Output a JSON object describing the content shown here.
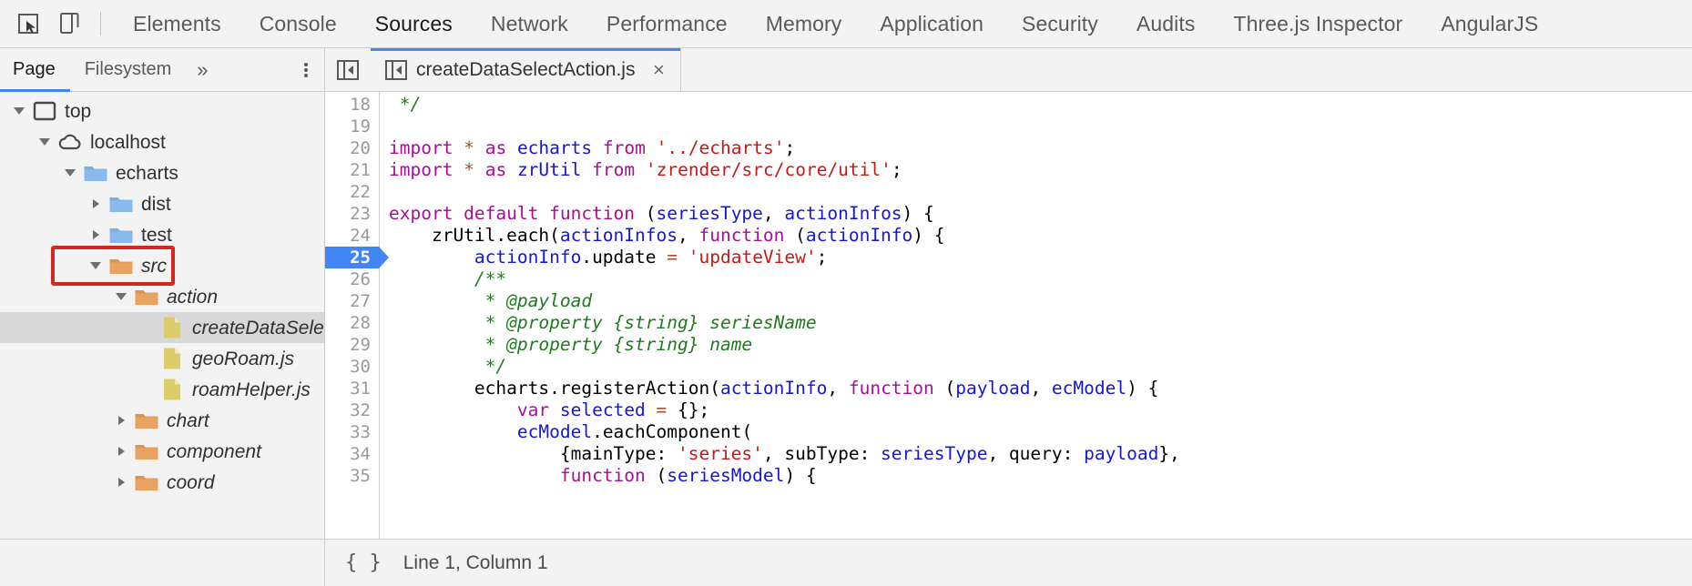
{
  "toolbar": {
    "inspect_icon": "inspect-element-icon",
    "device_icon": "device-toolbar-icon",
    "tabs": [
      {
        "label": "Elements",
        "active": false
      },
      {
        "label": "Console",
        "active": false
      },
      {
        "label": "Sources",
        "active": true
      },
      {
        "label": "Network",
        "active": false
      },
      {
        "label": "Performance",
        "active": false
      },
      {
        "label": "Memory",
        "active": false
      },
      {
        "label": "Application",
        "active": false
      },
      {
        "label": "Security",
        "active": false
      },
      {
        "label": "Audits",
        "active": false
      },
      {
        "label": "Three.js Inspector",
        "active": false
      },
      {
        "label": "AngularJS",
        "active": false
      }
    ],
    "accent_color": "#4285f4"
  },
  "navigator": {
    "tabs": [
      {
        "label": "Page",
        "active": true
      },
      {
        "label": "Filesystem",
        "active": false
      }
    ],
    "more_label": "»",
    "more_icon": "chevron-double-right-icon",
    "kebab_icon": "more-options-icon",
    "tree": [
      {
        "label": "top",
        "icon": "frame-icon",
        "indent": 0,
        "twisty": "open",
        "italic": false,
        "selected": false
      },
      {
        "label": "localhost",
        "icon": "cloud-icon",
        "indent": 1,
        "twisty": "open",
        "italic": false,
        "selected": false
      },
      {
        "label": "echarts",
        "icon": "folder-blue-icon",
        "indent": 2,
        "twisty": "open",
        "italic": false,
        "selected": false
      },
      {
        "label": "dist",
        "icon": "folder-blue-icon",
        "indent": 3,
        "twisty": "closed",
        "italic": false,
        "selected": false
      },
      {
        "label": "test",
        "icon": "folder-blue-icon",
        "indent": 3,
        "twisty": "closed",
        "italic": false,
        "selected": false
      },
      {
        "label": "src",
        "icon": "folder-orange-icon",
        "indent": 3,
        "twisty": "open",
        "italic": true,
        "selected": false,
        "annotated": true
      },
      {
        "label": "action",
        "icon": "folder-orange-icon",
        "indent": 4,
        "twisty": "open",
        "italic": true,
        "selected": false
      },
      {
        "label": "createDataSelectAction.js",
        "icon": "file-js-icon",
        "indent": 5,
        "twisty": "none",
        "italic": true,
        "selected": true
      },
      {
        "label": "geoRoam.js",
        "icon": "file-js-icon",
        "indent": 5,
        "twisty": "none",
        "italic": true,
        "selected": false
      },
      {
        "label": "roamHelper.js",
        "icon": "file-js-icon",
        "indent": 5,
        "twisty": "none",
        "italic": true,
        "selected": false
      },
      {
        "label": "chart",
        "icon": "folder-orange-icon",
        "indent": 4,
        "twisty": "closed",
        "italic": true,
        "selected": false
      },
      {
        "label": "component",
        "icon": "folder-orange-icon",
        "indent": 4,
        "twisty": "closed",
        "italic": true,
        "selected": false
      },
      {
        "label": "coord",
        "icon": "folder-orange-icon",
        "indent": 4,
        "twisty": "closed",
        "italic": true,
        "selected": false
      }
    ],
    "annotation_color": "#d22a1e"
  },
  "editor": {
    "sidebar_toggle_icon": "show-navigator-icon",
    "tab": {
      "filename": "createDataSelectAction.js",
      "close_label": "×",
      "active": true
    },
    "current_line": 25,
    "first_line": 18,
    "lines": [
      {
        "num": 18,
        "tokens": [
          {
            "t": "cm",
            "s": " */"
          }
        ]
      },
      {
        "num": 19,
        "tokens": []
      },
      {
        "num": 20,
        "tokens": [
          {
            "t": "kw",
            "s": "import"
          },
          {
            "t": "plain",
            "s": " "
          },
          {
            "t": "op",
            "s": "*"
          },
          {
            "t": "plain",
            "s": " "
          },
          {
            "t": "kw",
            "s": "as"
          },
          {
            "t": "plain",
            "s": " "
          },
          {
            "t": "id",
            "s": "echarts"
          },
          {
            "t": "plain",
            "s": " "
          },
          {
            "t": "kw",
            "s": "from"
          },
          {
            "t": "plain",
            "s": " "
          },
          {
            "t": "str",
            "s": "'../echarts'"
          },
          {
            "t": "plain",
            "s": ";"
          }
        ]
      },
      {
        "num": 21,
        "tokens": [
          {
            "t": "kw",
            "s": "import"
          },
          {
            "t": "plain",
            "s": " "
          },
          {
            "t": "op",
            "s": "*"
          },
          {
            "t": "plain",
            "s": " "
          },
          {
            "t": "kw",
            "s": "as"
          },
          {
            "t": "plain",
            "s": " "
          },
          {
            "t": "id",
            "s": "zrUtil"
          },
          {
            "t": "plain",
            "s": " "
          },
          {
            "t": "kw",
            "s": "from"
          },
          {
            "t": "plain",
            "s": " "
          },
          {
            "t": "str",
            "s": "'zrender/src/core/util'"
          },
          {
            "t": "plain",
            "s": ";"
          }
        ]
      },
      {
        "num": 22,
        "tokens": []
      },
      {
        "num": 23,
        "tokens": [
          {
            "t": "kw",
            "s": "export default function"
          },
          {
            "t": "plain",
            "s": " ("
          },
          {
            "t": "id",
            "s": "seriesType"
          },
          {
            "t": "plain",
            "s": ", "
          },
          {
            "t": "id",
            "s": "actionInfos"
          },
          {
            "t": "plain",
            "s": ") {"
          }
        ]
      },
      {
        "num": 24,
        "tokens": [
          {
            "t": "plain",
            "s": "    zrUtil.each("
          },
          {
            "t": "id",
            "s": "actionInfos"
          },
          {
            "t": "plain",
            "s": ", "
          },
          {
            "t": "kw",
            "s": "function"
          },
          {
            "t": "plain",
            "s": " ("
          },
          {
            "t": "id",
            "s": "actionInfo"
          },
          {
            "t": "plain",
            "s": ") {"
          }
        ]
      },
      {
        "num": 25,
        "tokens": [
          {
            "t": "plain",
            "s": "        "
          },
          {
            "t": "id",
            "s": "actionInfo"
          },
          {
            "t": "plain",
            "s": ".update "
          },
          {
            "t": "op",
            "s": "="
          },
          {
            "t": "plain",
            "s": " "
          },
          {
            "t": "str",
            "s": "'updateView'"
          },
          {
            "t": "plain",
            "s": ";"
          }
        ]
      },
      {
        "num": 26,
        "tokens": [
          {
            "t": "cm",
            "s": "        /**"
          }
        ]
      },
      {
        "num": 27,
        "tokens": [
          {
            "t": "cm",
            "s": "         * @payload"
          }
        ]
      },
      {
        "num": 28,
        "tokens": [
          {
            "t": "cm",
            "s": "         * @property {string} seriesName"
          }
        ]
      },
      {
        "num": 29,
        "tokens": [
          {
            "t": "cm",
            "s": "         * @property {string} name"
          }
        ]
      },
      {
        "num": 30,
        "tokens": [
          {
            "t": "cm",
            "s": "         */"
          }
        ]
      },
      {
        "num": 31,
        "tokens": [
          {
            "t": "plain",
            "s": "        echarts.registerAction("
          },
          {
            "t": "id",
            "s": "actionInfo"
          },
          {
            "t": "plain",
            "s": ", "
          },
          {
            "t": "kw",
            "s": "function"
          },
          {
            "t": "plain",
            "s": " ("
          },
          {
            "t": "id",
            "s": "payload"
          },
          {
            "t": "plain",
            "s": ", "
          },
          {
            "t": "id",
            "s": "ecModel"
          },
          {
            "t": "plain",
            "s": ") {"
          }
        ]
      },
      {
        "num": 32,
        "tokens": [
          {
            "t": "plain",
            "s": "            "
          },
          {
            "t": "kw",
            "s": "var"
          },
          {
            "t": "plain",
            "s": " "
          },
          {
            "t": "id",
            "s": "selected"
          },
          {
            "t": "plain",
            "s": " "
          },
          {
            "t": "op",
            "s": "="
          },
          {
            "t": "plain",
            "s": " {};"
          }
        ]
      },
      {
        "num": 33,
        "tokens": [
          {
            "t": "plain",
            "s": "            "
          },
          {
            "t": "id",
            "s": "ecModel"
          },
          {
            "t": "plain",
            "s": ".eachComponent("
          }
        ]
      },
      {
        "num": 34,
        "tokens": [
          {
            "t": "plain",
            "s": "                {mainType: "
          },
          {
            "t": "str",
            "s": "'series'"
          },
          {
            "t": "plain",
            "s": ", subType: "
          },
          {
            "t": "id",
            "s": "seriesType"
          },
          {
            "t": "plain",
            "s": ", query: "
          },
          {
            "t": "id",
            "s": "payload"
          },
          {
            "t": "plain",
            "s": "},"
          }
        ]
      },
      {
        "num": 35,
        "tokens": [
          {
            "t": "plain",
            "s": "                "
          },
          {
            "t": "kw",
            "s": "function"
          },
          {
            "t": "plain",
            "s": " ("
          },
          {
            "t": "id",
            "s": "seriesModel"
          },
          {
            "t": "plain",
            "s": ") {"
          }
        ]
      }
    ]
  },
  "status": {
    "pretty_print_label": "{ }",
    "pretty_print_icon": "pretty-print-icon",
    "cursor_position": "Line 1, Column 1"
  }
}
